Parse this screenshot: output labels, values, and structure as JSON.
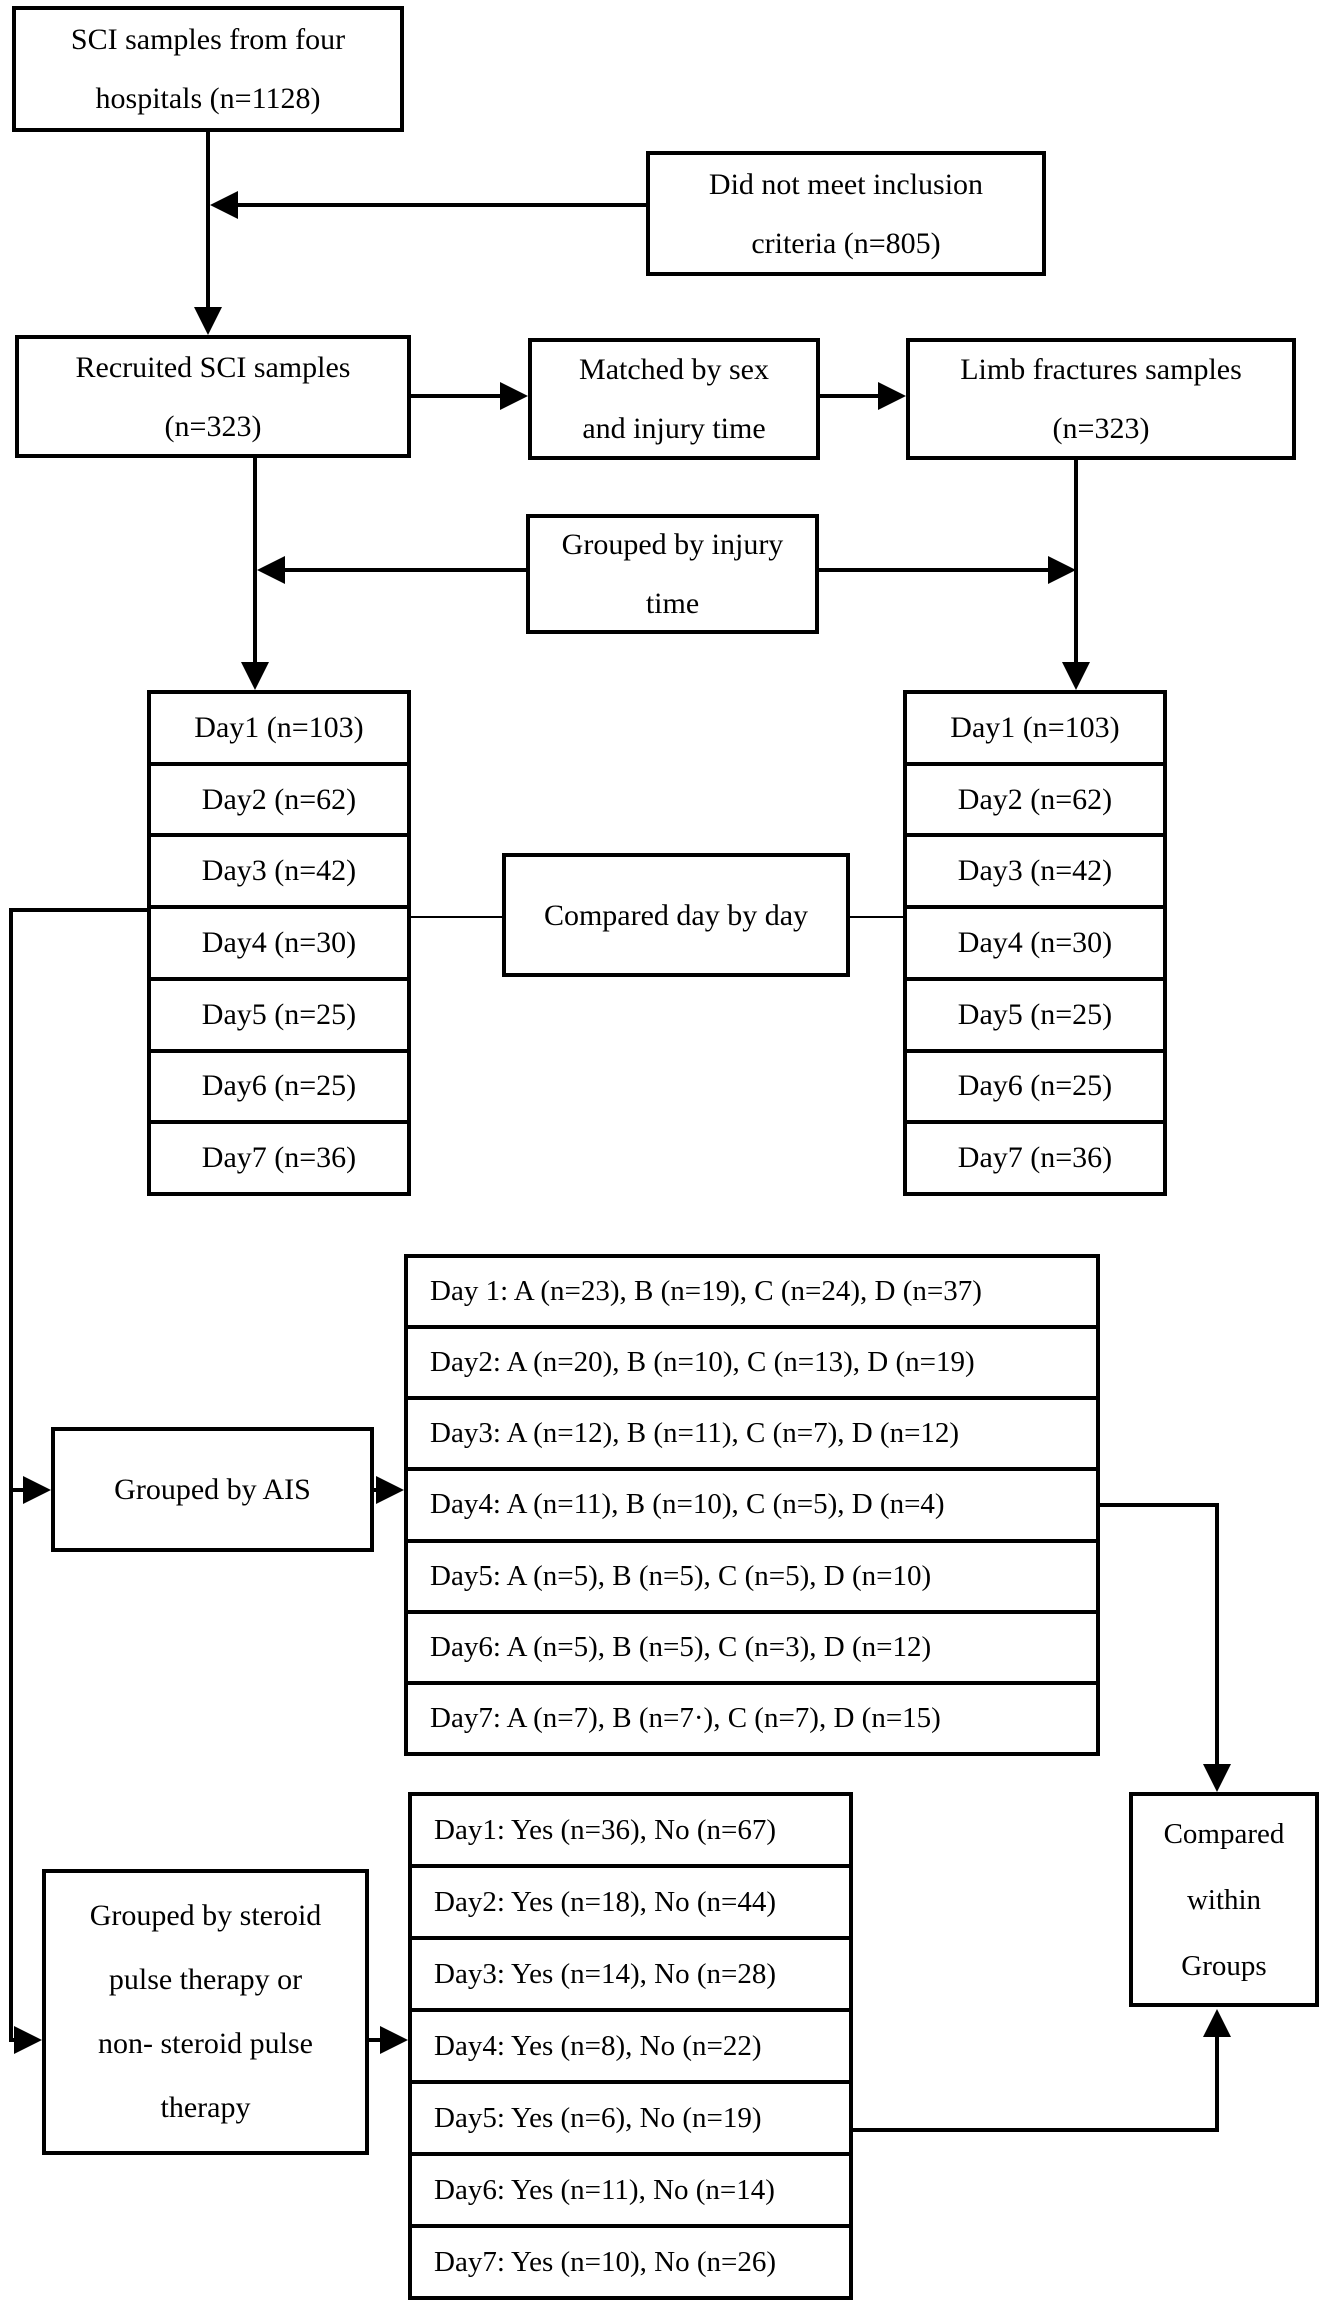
{
  "colors": {
    "line": "#000000",
    "background": "#ffffff",
    "text": "#000000"
  },
  "boxes": {
    "sci_samples": [
      "SCI samples from four",
      "hospitals (n=1128)"
    ],
    "not_meet": [
      "Did not meet inclusion",
      "criteria (n=805)"
    ],
    "recruited": [
      "Recruited SCI samples",
      "(n=323)"
    ],
    "matched": [
      "Matched by sex",
      "and injury time"
    ],
    "limb_fractures": [
      "Limb fractures samples",
      "(n=323)"
    ],
    "grouped_by_injury_time": [
      "Grouped by injury",
      "time"
    ],
    "compared_day_by_day": [
      "Compared day by day"
    ],
    "grouped_by_ais": [
      "Grouped by AIS"
    ],
    "grouped_by_steroid": [
      "Grouped by steroid",
      "pulse therapy or",
      "non- steroid pulse",
      "therapy"
    ],
    "compared_within_groups": [
      "Compared",
      "within",
      "Groups"
    ]
  },
  "day_rows": [
    "Day1 (n=103)",
    "Day2 (n=62)",
    "Day3 (n=42)",
    "Day4 (n=30)",
    "Day5 (n=25)",
    "Day6 (n=25)",
    "Day7 (n=36)"
  ],
  "ais_rows": [
    "Day 1: A (n=23), B (n=19), C (n=24), D (n=37)",
    "Day2: A (n=20), B (n=10), C (n=13), D (n=19)",
    "Day3: A (n=12), B (n=11), C (n=7), D (n=12)",
    "Day4: A (n=11), B (n=10), C (n=5), D (n=4)",
    "Day5: A (n=5), B (n=5), C (n=5), D (n=10)",
    "Day6: A (n=5), B (n=5), C (n=3), D (n=12)",
    "Day7: A (n=7), B (n=7·), C (n=7), D (n=15)"
  ],
  "steroid_rows": [
    "Day1: Yes (n=36), No (n=67)",
    "Day2: Yes (n=18), No (n=44)",
    "Day3: Yes (n=14), No (n=28)",
    "Day4: Yes (n=8), No (n=22)",
    "Day5: Yes (n=6), No (n=19)",
    "Day6: Yes (n=11), No (n=14)",
    "Day7: Yes (n=10), No (n=26)"
  ]
}
